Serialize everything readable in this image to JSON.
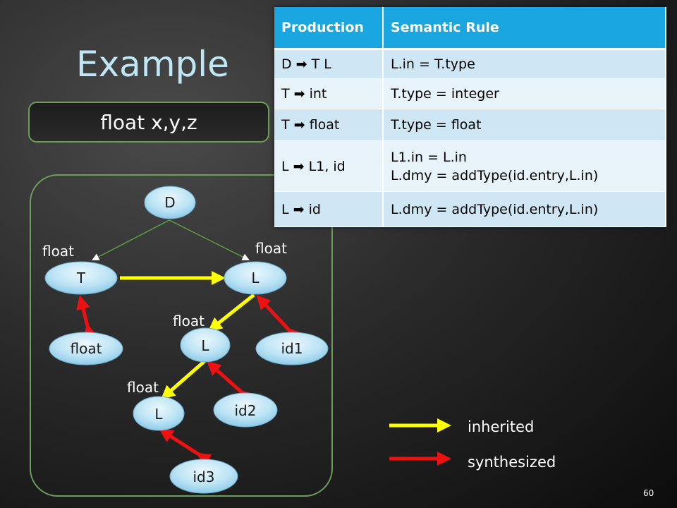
{
  "slide": {
    "title": "Example",
    "expression": "float x,y,z",
    "page_number": "60"
  },
  "table": {
    "headers": [
      "Production",
      "Semantic Rule"
    ],
    "rows": [
      {
        "production": "D ➡ T L",
        "rule": [
          "L.in = T.type"
        ]
      },
      {
        "production": "T ➡ int",
        "rule": [
          "T.type = integer"
        ]
      },
      {
        "production": "T ➡ float",
        "rule": [
          "T.type = float"
        ]
      },
      {
        "production": "L ➡ L1, id",
        "rule": [
          "L1.in = L.in",
          "L.dmy = addType(id.entry,L.in)"
        ]
      },
      {
        "production": "L ➡ id",
        "rule": [
          "L.dmy = addType(id.entry,L.in)"
        ]
      }
    ],
    "header_color": "#1aa6e0"
  },
  "tree": {
    "nodes": {
      "D": "D",
      "T": "T",
      "L1": "L",
      "float_leaf": "float",
      "L2": "L",
      "id1": "id1",
      "L3": "L",
      "id2": "id2",
      "id3": "id3"
    },
    "attributes": {
      "T": "float",
      "L1": "float",
      "L2": "float",
      "L3": "float"
    }
  },
  "legend": {
    "inherited": {
      "label": "inherited",
      "color": "#ffff00"
    },
    "synthesized": {
      "label": "synthesized",
      "color": "#ee1111"
    }
  }
}
